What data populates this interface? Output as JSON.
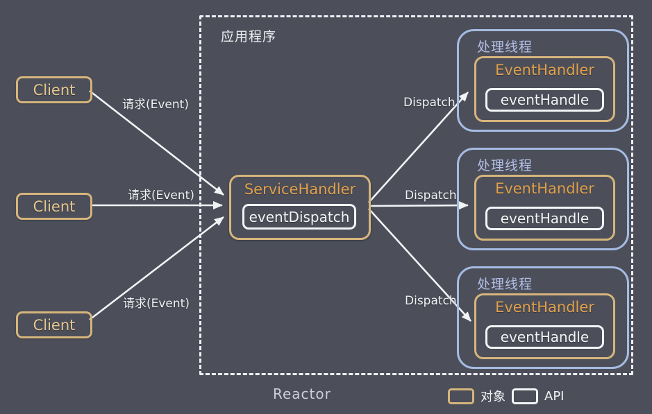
{
  "colors": {
    "background": "#4c4f5a",
    "object_border": "#d6b57c",
    "api_border": "#f3f4f6",
    "thread_border": "#a5bbe2",
    "gold_text": "#e0a04c",
    "client_text": "#e4c78c",
    "lavender_text": "#b3bfe6",
    "white_text": "#f0f1f4"
  },
  "boundary": {
    "label": "应用程序",
    "footer": "Reactor"
  },
  "clients": [
    {
      "label": "Client"
    },
    {
      "label": "Client"
    },
    {
      "label": "Client"
    }
  ],
  "request_arrows": [
    {
      "label": "请求(Event)"
    },
    {
      "label": "请求(Event)"
    },
    {
      "label": "请求(Event)"
    }
  ],
  "dispatch_arrows": [
    {
      "label": "Dispatch"
    },
    {
      "label": "Dispatch"
    },
    {
      "label": "Dispatch"
    }
  ],
  "service_handler": {
    "title": "ServiceHandler",
    "method": "eventDispatch"
  },
  "threads": [
    {
      "label": "处理线程",
      "handler": "EventHandler",
      "method": "eventHandle"
    },
    {
      "label": "处理线程",
      "handler": "EventHandler",
      "method": "eventHandle"
    },
    {
      "label": "处理线程",
      "handler": "EventHandler",
      "method": "eventHandle"
    }
  ],
  "legend": {
    "object_label": "对象",
    "api_label": "API"
  }
}
